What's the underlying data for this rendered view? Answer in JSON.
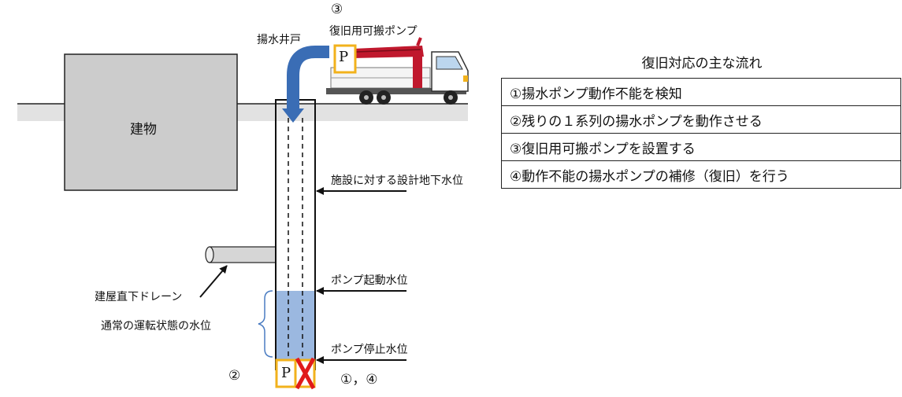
{
  "diagram": {
    "building_label": "建物",
    "well_label": "揚水井戸",
    "portable_pump_number": "③",
    "portable_pump_label": "復旧用可搬ポンプ",
    "design_groundwater_label": "施設に対する設計地下水位",
    "drain_label": "建屋直下ドレーン",
    "normal_level_label": "通常の運転状態の水位",
    "pump_start_label": "ポンプ起動水位",
    "pump_stop_label": "ポンプ停止水位",
    "bottom_left_number": "②",
    "bottom_right_numbers": "①，④",
    "pump_letter": "P",
    "truck_pump_letter": "P",
    "colors": {
      "water": "#9bb8e0",
      "arrow": "#3a6db5",
      "crane": "#c0182d",
      "pump_frame": "#f2b21c",
      "fail_x": "#e01a1a",
      "building": "#cccccc"
    }
  },
  "flow": {
    "title": "復旧対応の主な流れ",
    "steps": [
      "①揚水ポンプ動作不能を検知",
      "②残りの１系列の揚水ポンプを動作させる",
      "③復旧用可搬ポンプを設置する",
      "④動作不能の揚水ポンプの補修（復旧）を行う"
    ]
  }
}
